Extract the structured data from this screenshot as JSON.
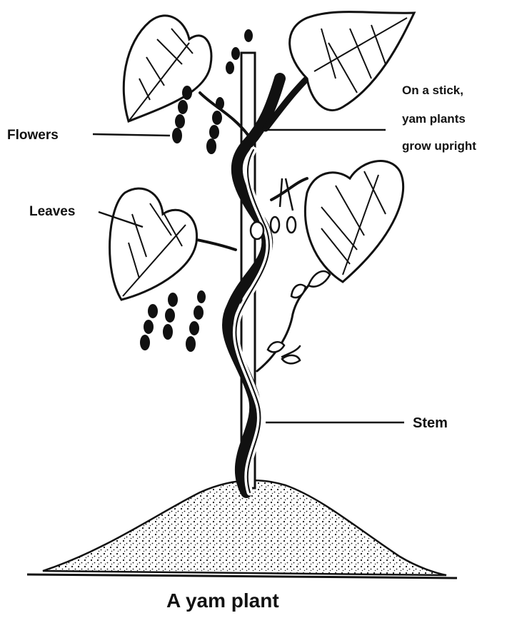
{
  "diagram": {
    "labels": {
      "flowers": "Flowers",
      "leaves": "Leaves",
      "stick_line1": "On a stick,",
      "stick_line2": "yam plants",
      "stick_line3": "grow upright",
      "stem": "Stem"
    },
    "caption": "A yam plant",
    "colors": {
      "ink": "#111111",
      "background": "#ffffff"
    }
  }
}
